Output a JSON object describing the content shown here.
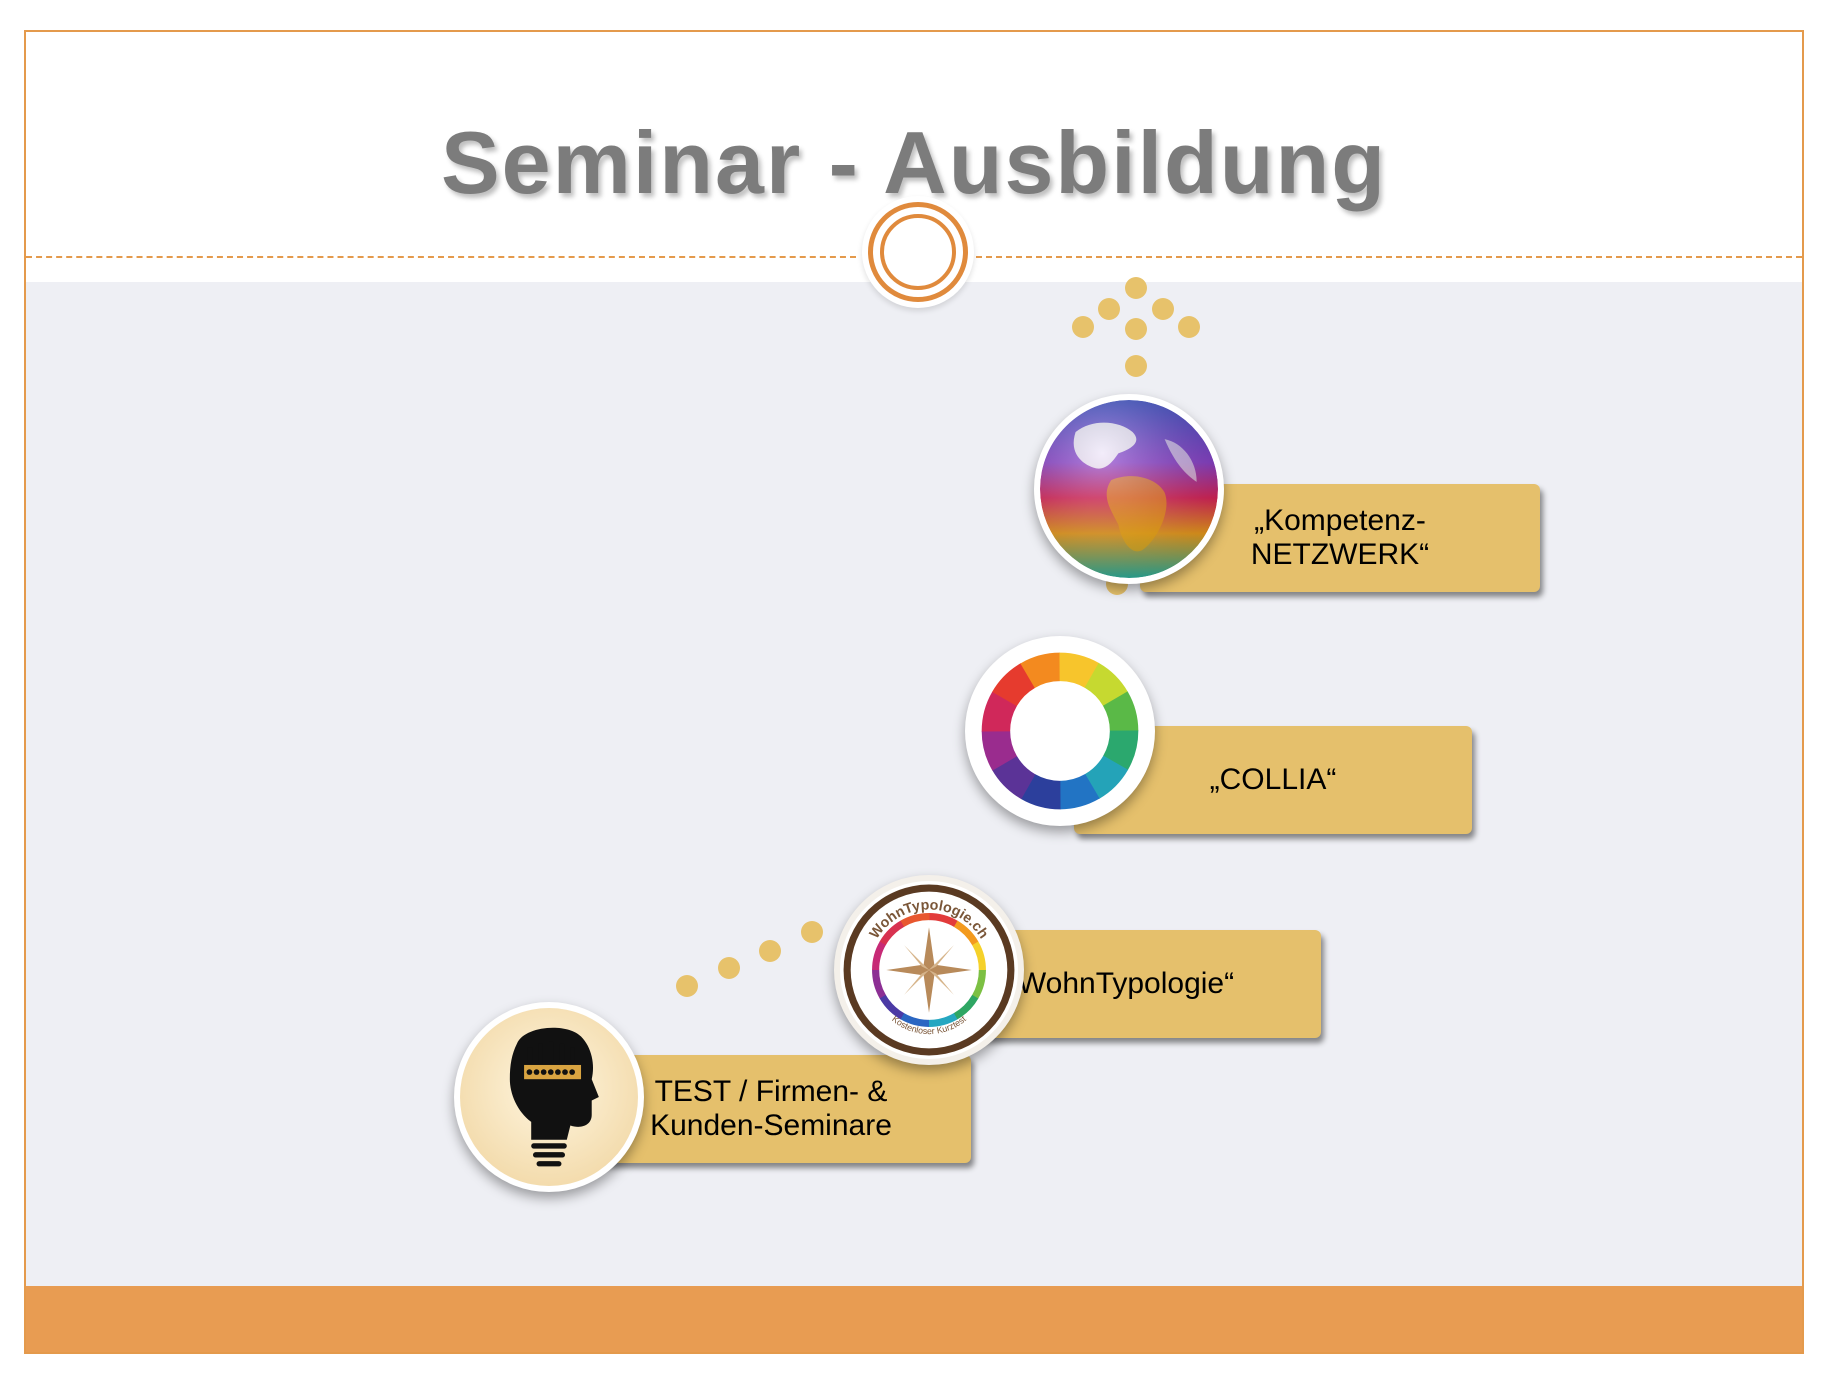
{
  "title": "Seminar - Ausbildung",
  "colors": {
    "accent": "#e49a4c",
    "gold": "#e5c06c",
    "title_gray": "#7c7c7c",
    "panel": "#eeeff4"
  },
  "steps": [
    {
      "label": "TEST / Firmen- &\nKunden-Seminare",
      "icon": "head-lightbulb-icon"
    },
    {
      "label": "„WohnTypologie“",
      "icon": "compass-badge-icon",
      "badge_top_text": "WohnTypologie.ch",
      "badge_bottom_text": "Kostenloser Kurztest"
    },
    {
      "label": "„COLLIA“",
      "icon": "color-wheel-icon"
    },
    {
      "label": "„Kompetenz-\nNETZWERK“",
      "icon": "globe-icon"
    }
  ]
}
